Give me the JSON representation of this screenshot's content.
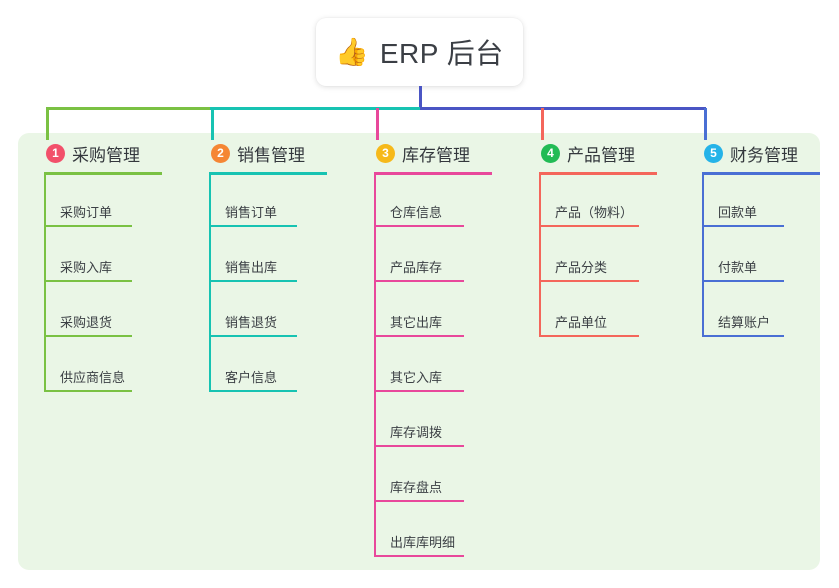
{
  "root": {
    "icon": "thumbs-up-icon",
    "emoji": "👍",
    "title": "ERP 后台"
  },
  "panel": {
    "background_color": "#eaf6e6"
  },
  "connectors": {
    "root_stem_color": "#4a55c4",
    "segments": [
      {
        "name": "left-green",
        "color": "#7ac143"
      },
      {
        "name": "mid-teal",
        "color": "#17c3b2"
      },
      {
        "name": "right-blue",
        "color": "#4a55c4"
      }
    ],
    "drops": [
      {
        "name": "drop-purchasing",
        "color": "#7ac143"
      },
      {
        "name": "drop-sales",
        "color": "#17c3b2"
      },
      {
        "name": "drop-inventory",
        "color": "#e8489b"
      },
      {
        "name": "drop-product",
        "color": "#f4665b"
      },
      {
        "name": "drop-finance",
        "color": "#4a6fd4"
      }
    ]
  },
  "columns": [
    {
      "id": "purchasing",
      "number": "1",
      "badge_color": "#f2506a",
      "line_color": "#7ac143",
      "title": "采购管理",
      "items": [
        "采购订单",
        "采购入库",
        "采购退货",
        "供应商信息"
      ]
    },
    {
      "id": "sales",
      "number": "2",
      "badge_color": "#f58634",
      "line_color": "#17c3b2",
      "title": "销售管理",
      "items": [
        "销售订单",
        "销售出库",
        "销售退货",
        "客户信息"
      ]
    },
    {
      "id": "inventory",
      "number": "3",
      "badge_color": "#f6b91a",
      "line_color": "#e8489b",
      "title": "库存管理",
      "items": [
        "仓库信息",
        "产品库存",
        "其它出库",
        "其它入库",
        "库存调拨",
        "库存盘点",
        "出库库明细"
      ]
    },
    {
      "id": "product",
      "number": "4",
      "badge_color": "#22bb55",
      "line_color": "#f4665b",
      "title": "产品管理",
      "items": [
        "产品（物料）",
        "产品分类",
        "产品单位"
      ]
    },
    {
      "id": "finance",
      "number": "5",
      "badge_color": "#25b3e8",
      "line_color": "#4a6fd4",
      "title": "财务管理",
      "items": [
        "回款单",
        "付款单",
        "结算账户"
      ]
    }
  ]
}
